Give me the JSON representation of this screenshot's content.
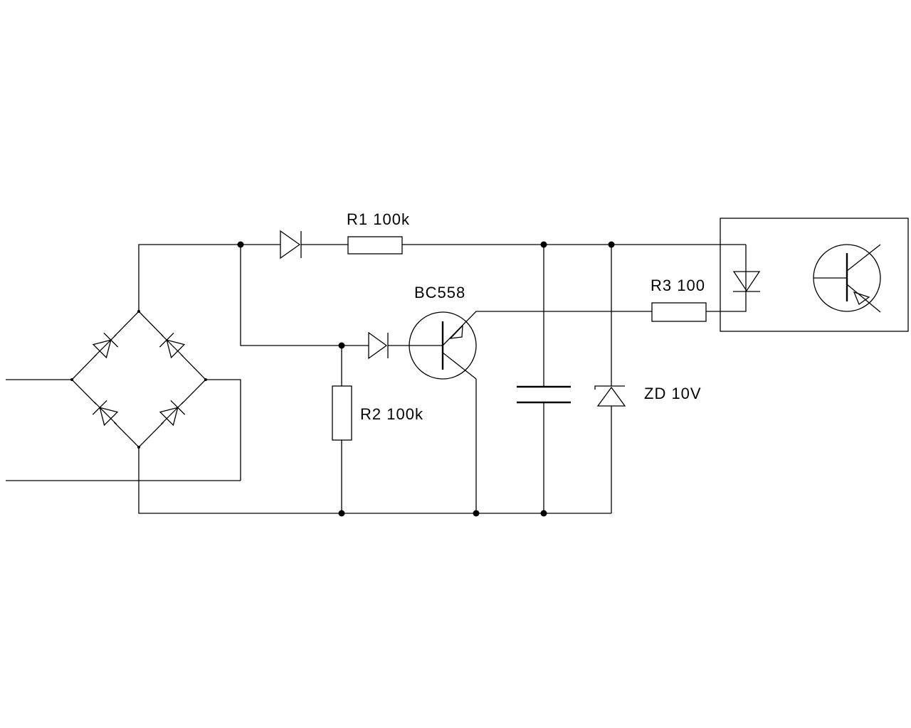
{
  "labels": {
    "r1": "R1 100k",
    "r2": "R2 100k",
    "r3": "R3 100",
    "transistor": "BC558",
    "zener": "ZD 10V"
  },
  "colors": {
    "line": "#000000",
    "background": "#ffffff"
  }
}
